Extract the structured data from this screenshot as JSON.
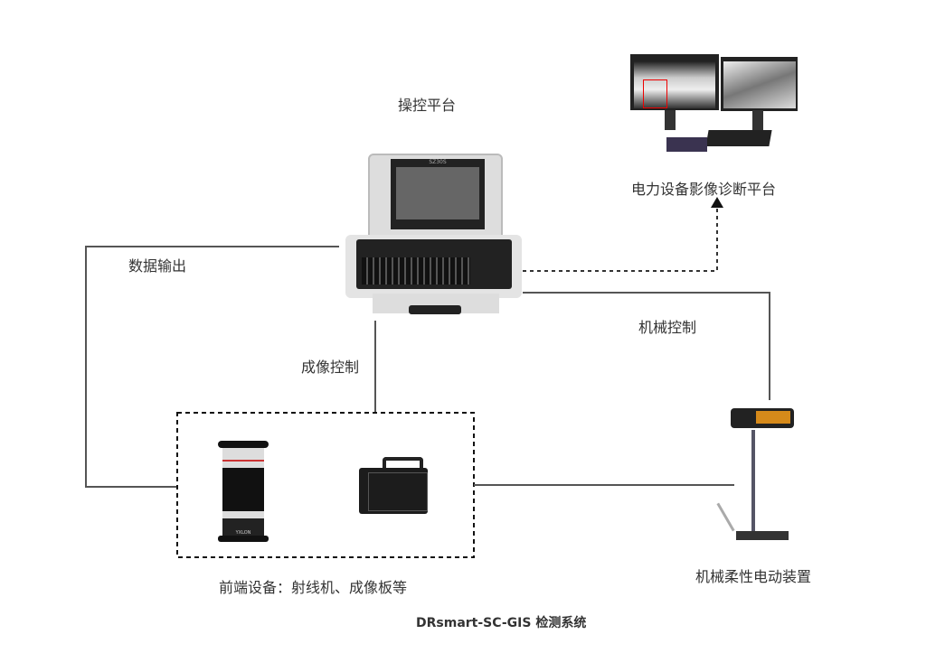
{
  "labels": {
    "control_platform": "操控平台",
    "diagnosis_platform": "电力设备影像诊断平台",
    "data_output": "数据输出",
    "mechanical_control": "机械控制",
    "imaging_control": "成像控制",
    "front_end": "前端设备：射线机、成像板等",
    "motorized_device": "机械柔性电动装置"
  },
  "caption": "DRsmart-SC-GIS 检测系统",
  "device_texts": {
    "console_model": "SZ30S",
    "xray_brand": "YXLON"
  }
}
